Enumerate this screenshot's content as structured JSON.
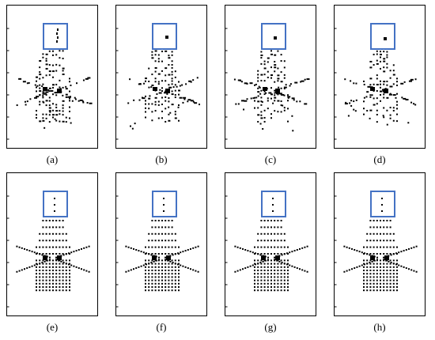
{
  "colors": {
    "frame": "#000000",
    "highlight_box": "#4472c4",
    "pixels": "#000000",
    "background": "#ffffff"
  },
  "panels": [
    {
      "caption": "(a)"
    },
    {
      "caption": "(b)"
    },
    {
      "caption": "(c)"
    },
    {
      "caption": "(d)"
    },
    {
      "caption": "(e)"
    },
    {
      "caption": "(f)"
    },
    {
      "caption": "(g)"
    },
    {
      "caption": "(h)"
    }
  ]
}
